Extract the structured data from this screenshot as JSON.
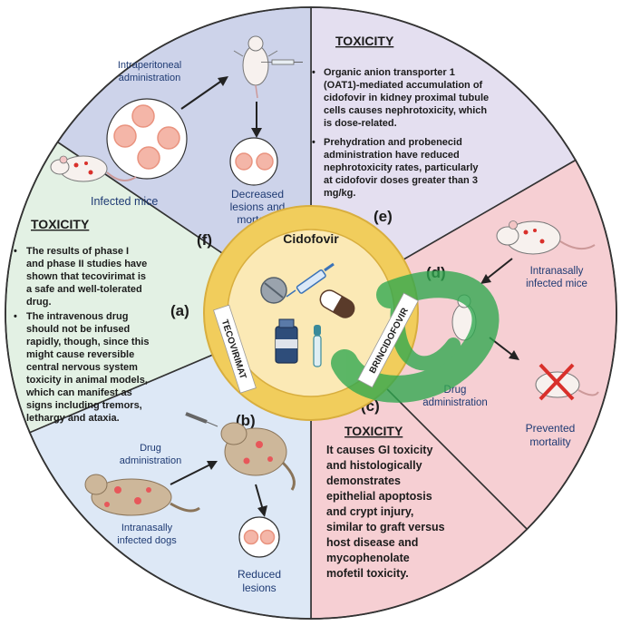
{
  "center": {
    "drug": "Cidofovir",
    "left_drug": "TECOVIRIMAT",
    "right_drug": "BRINCIDOFOVIR"
  },
  "sections": {
    "a": {
      "label": "(a)",
      "heading": "TOXICITY",
      "bullets": [
        [
          "The results of phase I",
          "and phase II studies have",
          "shown that tecovirimat is",
          "a safe and well-tolerated",
          "drug."
        ],
        [
          "The intravenous drug",
          "should not be infused",
          "rapidly, though, since this",
          "might cause reversible",
          "central nervous system",
          "toxicity in animal models,",
          "which can manifest as",
          "signs including tremors,",
          "lethargy and ataxia."
        ]
      ]
    },
    "b": {
      "label": "(b)",
      "drug_administration": [
        "Drug",
        "administration"
      ],
      "infected": [
        "Intranasally",
        "infected dogs"
      ],
      "outcome": [
        "Reduced",
        "lesions"
      ]
    },
    "c": {
      "label": "(c)",
      "heading": "TOXICITY",
      "body": [
        "It causes GI toxicity",
        "and histologically",
        "demonstrates",
        "epithelial apoptosis",
        "and crypt injury,",
        "similar to graft versus",
        "host disease and",
        "mycophenolate",
        "mofetil toxicity."
      ]
    },
    "d": {
      "label": "(d)",
      "infected": [
        "Intranasally",
        "infected mice"
      ],
      "drug_administration": [
        "Drug",
        "administration"
      ],
      "outcome": [
        "Prevented",
        "mortality"
      ]
    },
    "e": {
      "label": "(e)",
      "heading": "TOXICITY",
      "bullets": [
        [
          "Organic anion transporter 1",
          "(OAT1)-mediated accumulation of",
          "cidofovir in kidney proximal tubule",
          "cells causes nephrotoxicity, which",
          "is dose-related."
        ],
        [
          "Prehydration and probenecid",
          "administration have reduced",
          "nephrotoxicity rates, particularly",
          "at cidofovir doses greater than 3",
          "mg/kg."
        ]
      ]
    },
    "f": {
      "label": "(f)",
      "route": [
        "Intraperitoneal",
        "administration"
      ],
      "infected": "Infected mice",
      "outcome": [
        "Decreased",
        "lesions and",
        "mortality"
      ]
    }
  },
  "colors": {
    "section_a": "#e3f1e4",
    "section_b": "#dde8f6",
    "section_c": "#f6cfd3",
    "section_d": "#f6cfd3",
    "section_e": "#e4dff0",
    "section_f": "#cdd3ea",
    "center_ring": "#f1cd5c",
    "watermark": "#2fa84f"
  }
}
